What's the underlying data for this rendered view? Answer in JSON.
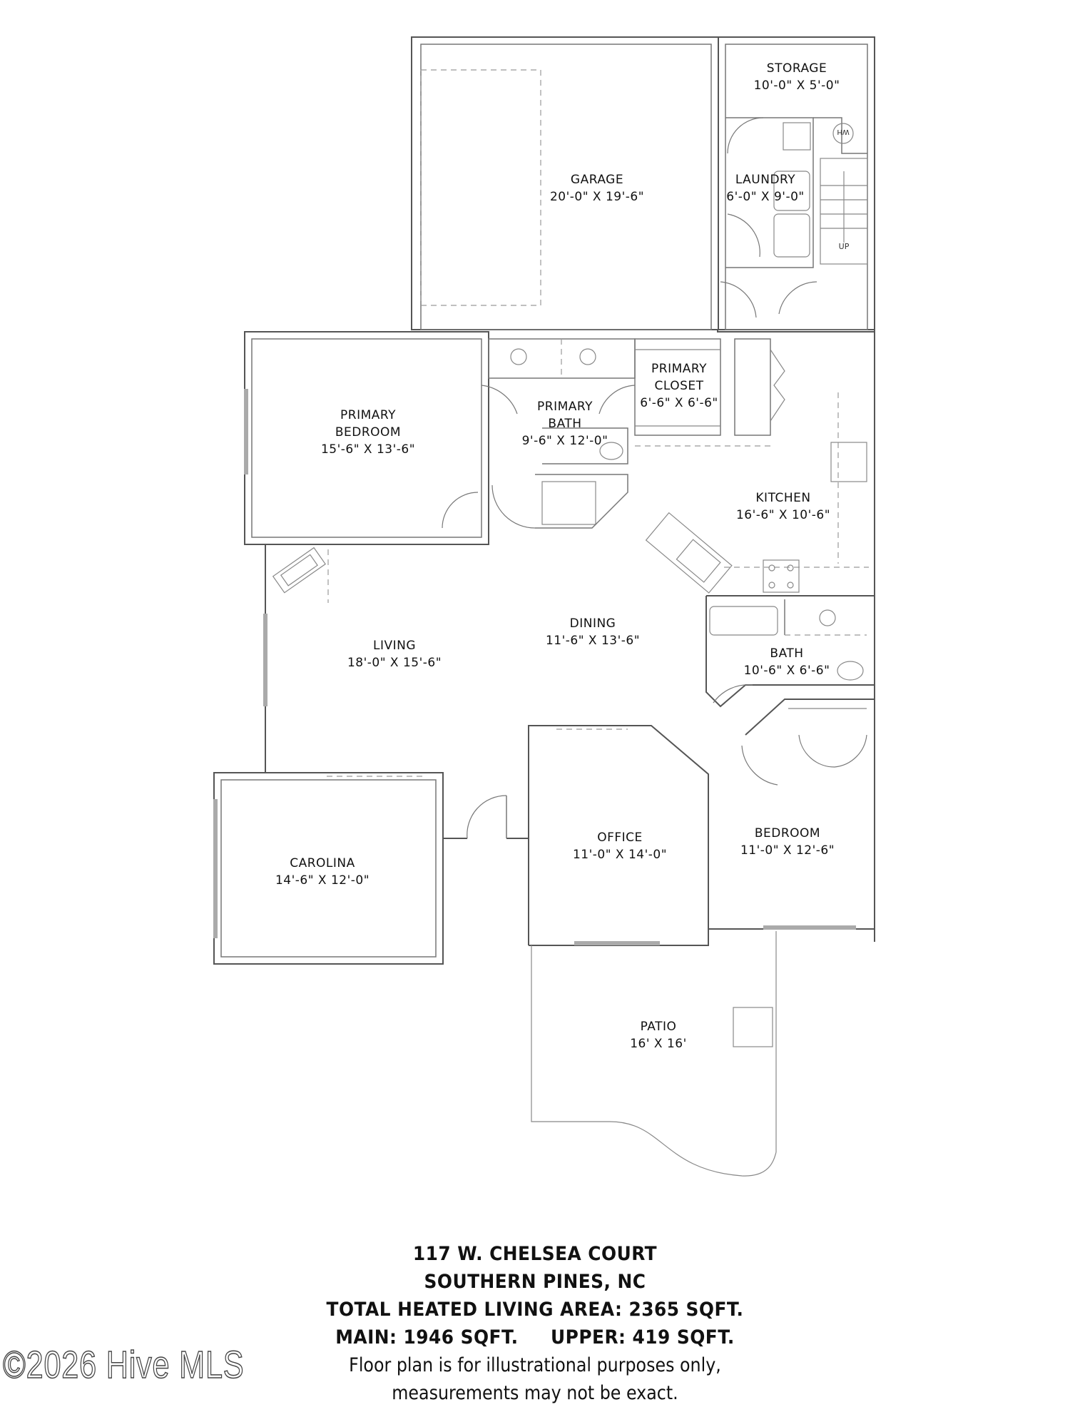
{
  "plan": {
    "rooms": [
      {
        "id": "storage",
        "name": "STORAGE",
        "dims": "10'-0\" X 5'-0\""
      },
      {
        "id": "garage",
        "name": "GARAGE",
        "dims": "20'-0\" X 19'-6\""
      },
      {
        "id": "laundry",
        "name": "LAUNDRY",
        "dims": "6'-0\" X 9'-0\""
      },
      {
        "id": "primary_closet",
        "name": "PRIMARY CLOSET",
        "line1": "PRIMARY",
        "line2": "CLOSET",
        "dims": "6'-6\" X 6'-6\""
      },
      {
        "id": "primary_bedroom",
        "name": "PRIMARY BEDROOM",
        "line1": "PRIMARY",
        "line2": "BEDROOM",
        "dims": "15'-6\" X 13'-6\""
      },
      {
        "id": "primary_bath",
        "name": "PRIMARY BATH",
        "line1": "PRIMARY",
        "line2": "BATH",
        "dims": "9'-6\" X 12'-0\""
      },
      {
        "id": "kitchen",
        "name": "KITCHEN",
        "dims": "16'-6\" X 10'-6\""
      },
      {
        "id": "dining",
        "name": "DINING",
        "dims": "11'-6\" X 13'-6\""
      },
      {
        "id": "living",
        "name": "LIVING",
        "dims": "18'-0\" X 15'-6\""
      },
      {
        "id": "bath",
        "name": "BATH",
        "dims": "10'-6\" X 6'-6\""
      },
      {
        "id": "office",
        "name": "OFFICE",
        "dims": "11'-0\" X 14'-0\""
      },
      {
        "id": "bedroom",
        "name": "BEDROOM",
        "dims": "11'-0\" X 12'-6\""
      },
      {
        "id": "carolina",
        "name": "CAROLINA",
        "dims": "14'-6\" X 12'-0\""
      },
      {
        "id": "patio",
        "name": "PATIO",
        "dims": "16' X 16'"
      }
    ],
    "fixtures": {
      "water_heater": "WH",
      "stairs": "UP"
    },
    "colors": {
      "wall": "#555555",
      "wall_fill": "#ffffff",
      "fixture": "#888888",
      "text": "#111111"
    }
  },
  "caption": {
    "address": "117 W. CHELSEA COURT",
    "city": "SOUTHERN PINES, NC",
    "total_area": "TOTAL HEATED LIVING AREA: 2365 SQFT.",
    "breakdown": "MAIN: 1946 SQFT.     UPPER: 419 SQFT.",
    "disclaimer_1": "Floor plan is for illustrational purposes only,",
    "disclaimer_2": "measurements may not be exact."
  },
  "watermark": "©2026 Hive MLS"
}
